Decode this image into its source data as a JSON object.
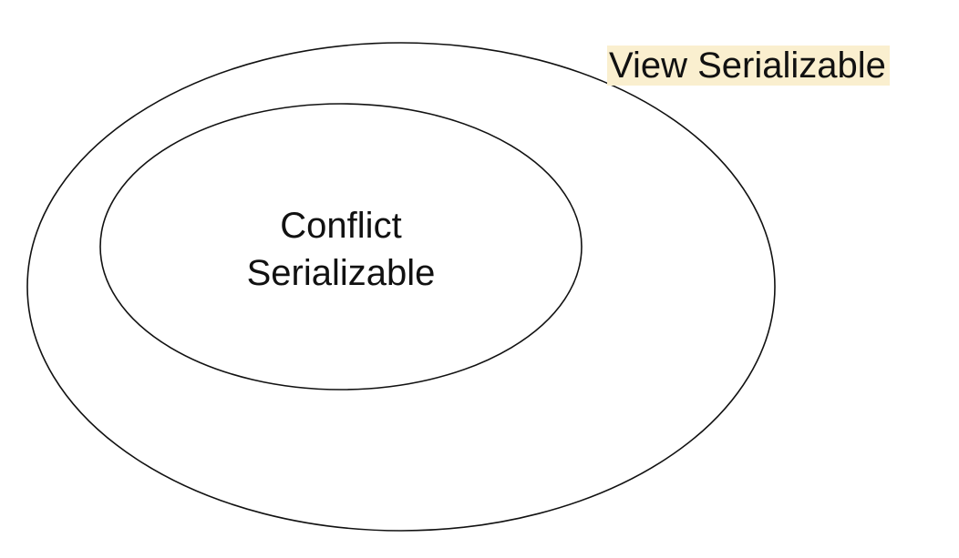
{
  "diagram": {
    "type": "nested-sets",
    "colors": {
      "stroke": "#111111",
      "background": "#ffffff",
      "label_highlight": "#faefcf"
    },
    "sets": [
      {
        "id": "view-serializable",
        "label": "View Serializable",
        "label_highlighted": true,
        "contains": [
          "conflict-serializable"
        ]
      },
      {
        "id": "conflict-serializable",
        "label_lines": [
          "Conflict",
          "Serializable"
        ]
      }
    ]
  }
}
